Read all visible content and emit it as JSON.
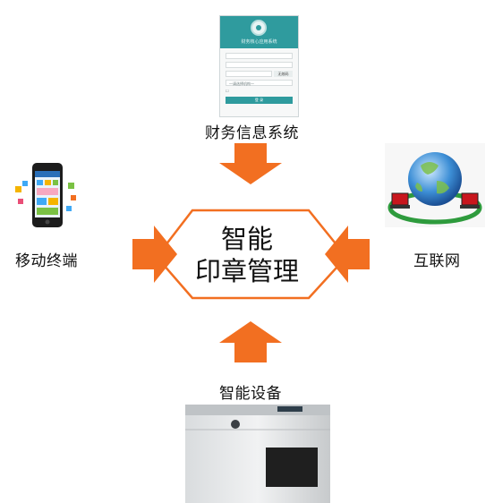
{
  "center": {
    "line1": "智能",
    "line2": "印章管理"
  },
  "nodes": {
    "top_label": "财务信息系统",
    "left_label": "移动终端",
    "right_label": "互联网",
    "bottom_label": "智能设备"
  },
  "colors": {
    "accent": "#f26f21",
    "teal": "#2f9b9e"
  },
  "login_ui": {
    "title": "财务核心应用系统",
    "placeholder_select": "一请选择机构一",
    "button": "登 录",
    "captcha": "无效码"
  }
}
